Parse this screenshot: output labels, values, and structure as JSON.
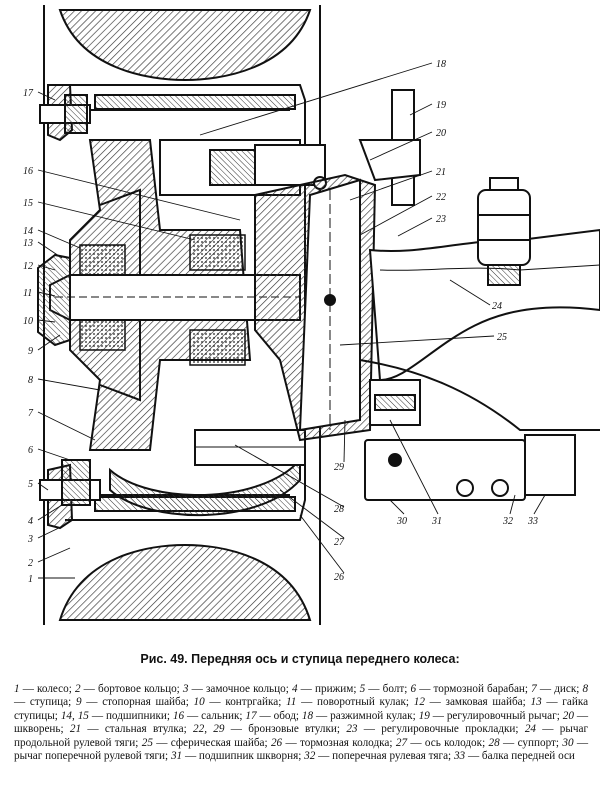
{
  "figure": {
    "caption": "Рис. 49. Передняя ось и ступица переднего колеса:",
    "callouts": [
      "1",
      "2",
      "3",
      "4",
      "5",
      "6",
      "7",
      "8",
      "9",
      "10",
      "11",
      "12",
      "13",
      "14",
      "15",
      "16",
      "17",
      "18",
      "19",
      "20",
      "21",
      "22",
      "23",
      "24",
      "25",
      "26",
      "27",
      "28",
      "29",
      "30",
      "31",
      "32",
      "33"
    ],
    "legend": [
      {
        "n": "1",
        "t": "колесо"
      },
      {
        "n": "2",
        "t": "бортовое кольцо"
      },
      {
        "n": "3",
        "t": "замочное кольцо"
      },
      {
        "n": "4",
        "t": "прижим"
      },
      {
        "n": "5",
        "t": "болт"
      },
      {
        "n": "6",
        "t": "тормозной барабан"
      },
      {
        "n": "7",
        "t": "диск"
      },
      {
        "n": "8",
        "t": "ступица"
      },
      {
        "n": "9",
        "t": "стопорная шайба"
      },
      {
        "n": "10",
        "t": "контргайка"
      },
      {
        "n": "11",
        "t": "поворотный кулак"
      },
      {
        "n": "12",
        "t": "замковая шайба"
      },
      {
        "n": "13",
        "t": "гайка ступицы"
      },
      {
        "n": "14, 15",
        "t": "подшипники"
      },
      {
        "n": "16",
        "t": "сальник"
      },
      {
        "n": "17",
        "t": "обод"
      },
      {
        "n": "18",
        "t": "разжимной кулак"
      },
      {
        "n": "19",
        "t": "регулировочный рычаг"
      },
      {
        "n": "20",
        "t": "шкворень"
      },
      {
        "n": "21",
        "t": "стальная втулка"
      },
      {
        "n": "22, 29",
        "t": "бронзовые втулки"
      },
      {
        "n": "23",
        "t": "регулировочные прокладки"
      },
      {
        "n": "24",
        "t": "рычаг продольной рулевой тяги"
      },
      {
        "n": "25",
        "t": "сферическая шайба"
      },
      {
        "n": "26",
        "t": "тормозная колодка"
      },
      {
        "n": "27",
        "t": "ось колодок"
      },
      {
        "n": "28",
        "t": "суппорт"
      },
      {
        "n": "30",
        "t": "рычаг поперечной рулевой тяги"
      },
      {
        "n": "31",
        "t": "подшипник шкворня"
      },
      {
        "n": "32",
        "t": "поперечная рулевая тяга"
      },
      {
        "n": "33",
        "t": "балка передней оси"
      }
    ]
  },
  "colors": {
    "ink": "#111111",
    "hatch": "#3a3a3a",
    "paper": "#ffffff"
  }
}
